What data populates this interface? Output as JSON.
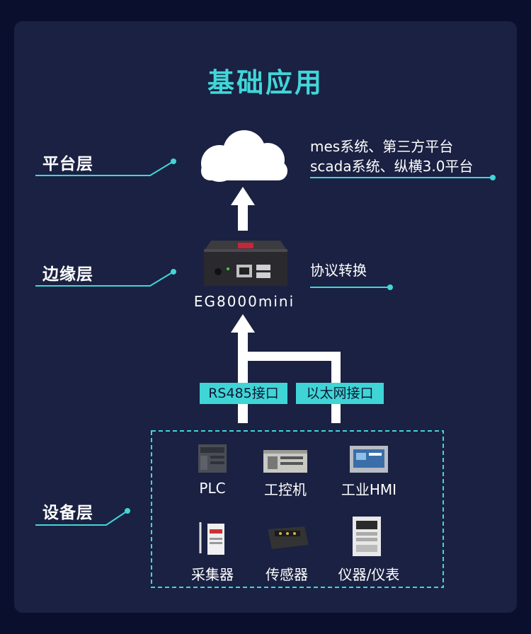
{
  "title": "基础应用",
  "layers": {
    "platform": "平台层",
    "edge": "边缘层",
    "device": "设备层"
  },
  "platform_desc": {
    "line1": "mes系统、第三方平台",
    "line2": "scada系统、纵横3.0平台"
  },
  "edge_desc": "协议转换",
  "gateway_name": "EG8000mini",
  "ports": {
    "rs485": "RS485接口",
    "ethernet": "以太网接口"
  },
  "devices": [
    {
      "label": "PLC",
      "icon": "plc-icon"
    },
    {
      "label": "工控机",
      "icon": "industrial-pc-icon"
    },
    {
      "label": "工业HMI",
      "icon": "hmi-icon"
    },
    {
      "label": "采集器",
      "icon": "collector-icon"
    },
    {
      "label": "传感器",
      "icon": "sensor-icon"
    },
    {
      "label": "仪器/仪表",
      "icon": "meter-icon"
    }
  ],
  "colors": {
    "background": "#0b0f2e",
    "panel": "#1a2142",
    "accent": "#41d6d8",
    "line": "#ffffff"
  }
}
